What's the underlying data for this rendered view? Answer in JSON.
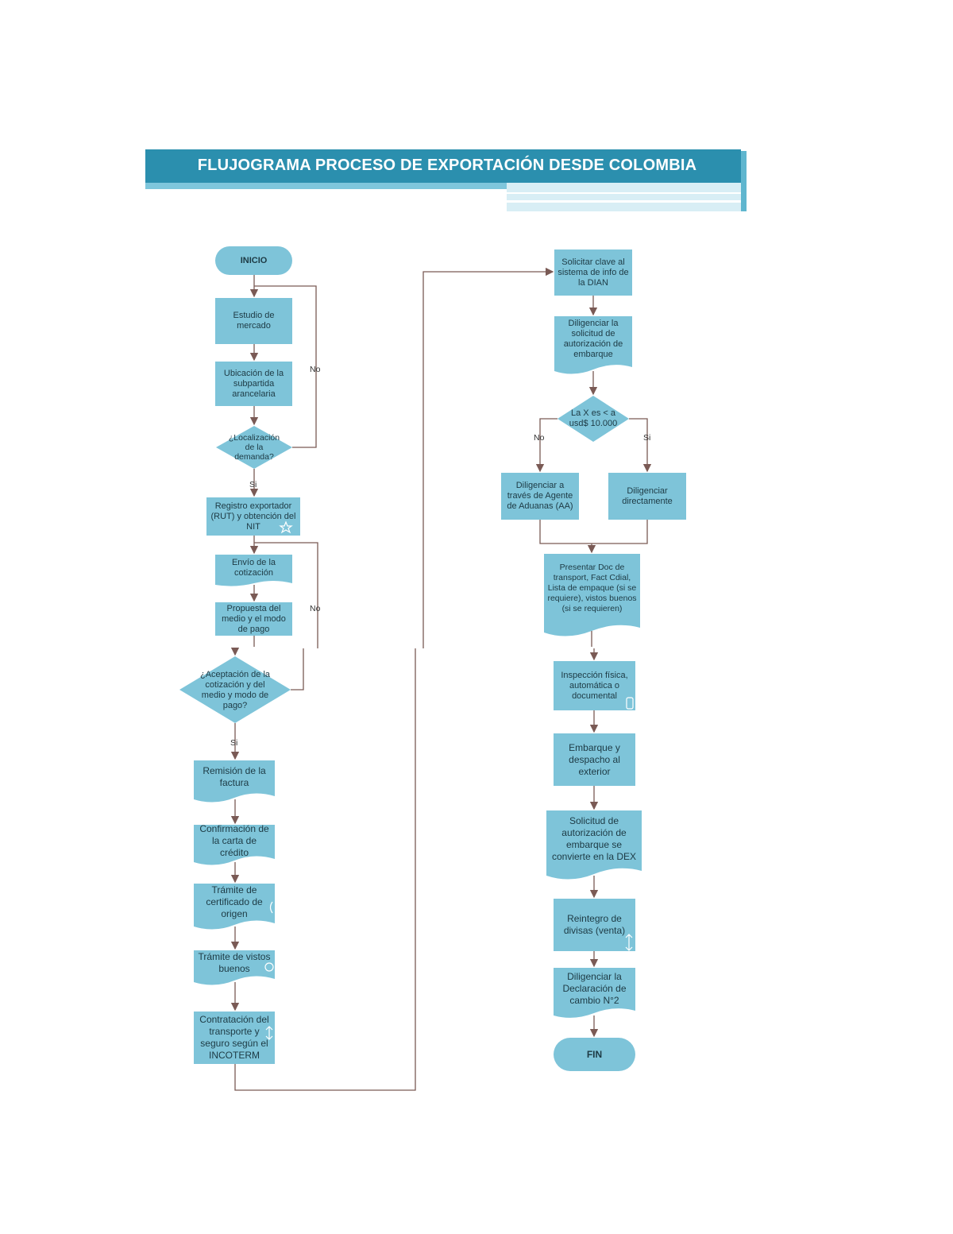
{
  "title": "FLUJOGRAMA PROCESO DE EXPORTACIÓN DESDE COLOMBIA",
  "colors": {
    "shape_fill": "#7ec4d9",
    "banner": "#2b8fae",
    "connector": "#7a5a55"
  },
  "nodes": {
    "inicio": "INICIO",
    "estudio": "Estudio de mercado",
    "ubicacion": "Ubicación de la subpartida arancelaria",
    "localizacion": "¿Localización de la demanda?",
    "registro": "Registro exportador (RUT) y obtención del NIT",
    "envio": "Envío de la cotización",
    "propuesta": "Propuesta del medio y el modo de pago",
    "aceptacion": "¿Aceptación de la cotización y del medio y modo de pago?",
    "remision": "Remisión de la factura",
    "confirmacion": "Confirmación de la carta de crédito",
    "tramite_origen": "Trámite de certificado de origen",
    "tramite_vistos": "Trámite de vistos buenos",
    "contratacion": "Contratación del transporte y seguro según el INCOTERM",
    "solicitar_clave": "Solicitar clave al sistema de info de la DIAN",
    "diligenciar_solicitud": "Diligenciar la solicitud de autorización de embarque",
    "decision_valor": "La X es < a usd$ 10.000",
    "agente": "Diligenciar a través de Agente de Aduanas (AA)",
    "directamente": "Diligenciar directamente",
    "presentar": "Presentar Doc de transport, Fact Cdial, Lista de empaque (si se requiere), vistos buenos (si se requieren)",
    "inspeccion": "Inspección física, automática o documental",
    "embarque": "Embarque y despacho al exterior",
    "solicitud_dex": "Solicitud de autorización de embarque se convierte en la DEX",
    "reintegro": "Reintegro de divisas (venta)",
    "declaracion": "Diligenciar la Declaración de cambio N°2",
    "fin": "FIN"
  },
  "edge_labels": {
    "no_1": "No",
    "si_1": "Si",
    "no_2": "No",
    "si_2": "Si",
    "no_3": "No",
    "si_3": "Si"
  }
}
